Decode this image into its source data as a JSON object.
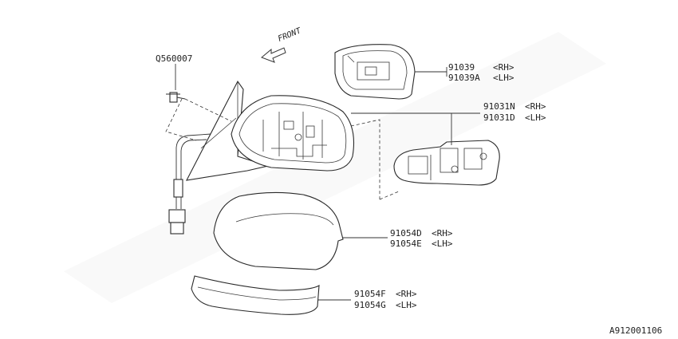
{
  "front_label": "FRONT",
  "parts": [
    {
      "id": "q560007",
      "number": "Q560007",
      "side": ""
    },
    {
      "id": "mirror-glass-rh",
      "number": "91039",
      "side": "<RH>"
    },
    {
      "id": "mirror-glass-lh",
      "number": "91039A",
      "side": "<LH>"
    },
    {
      "id": "mirror-assy-rh",
      "number": "91031N",
      "side": "<RH>"
    },
    {
      "id": "mirror-assy-lh",
      "number": "91031D",
      "side": "<LH>"
    },
    {
      "id": "cover-rh",
      "number": "91054D",
      "side": "<RH>"
    },
    {
      "id": "cover-lh",
      "number": "91054E",
      "side": "<LH>"
    },
    {
      "id": "garnish-rh",
      "number": "91054F",
      "side": "<RH>"
    },
    {
      "id": "garnish-lh",
      "number": "91054G",
      "side": "<LH>"
    }
  ],
  "diagram_code": "A912001106",
  "colors": {
    "line": "#333333",
    "watermark": "#eeeeee"
  }
}
